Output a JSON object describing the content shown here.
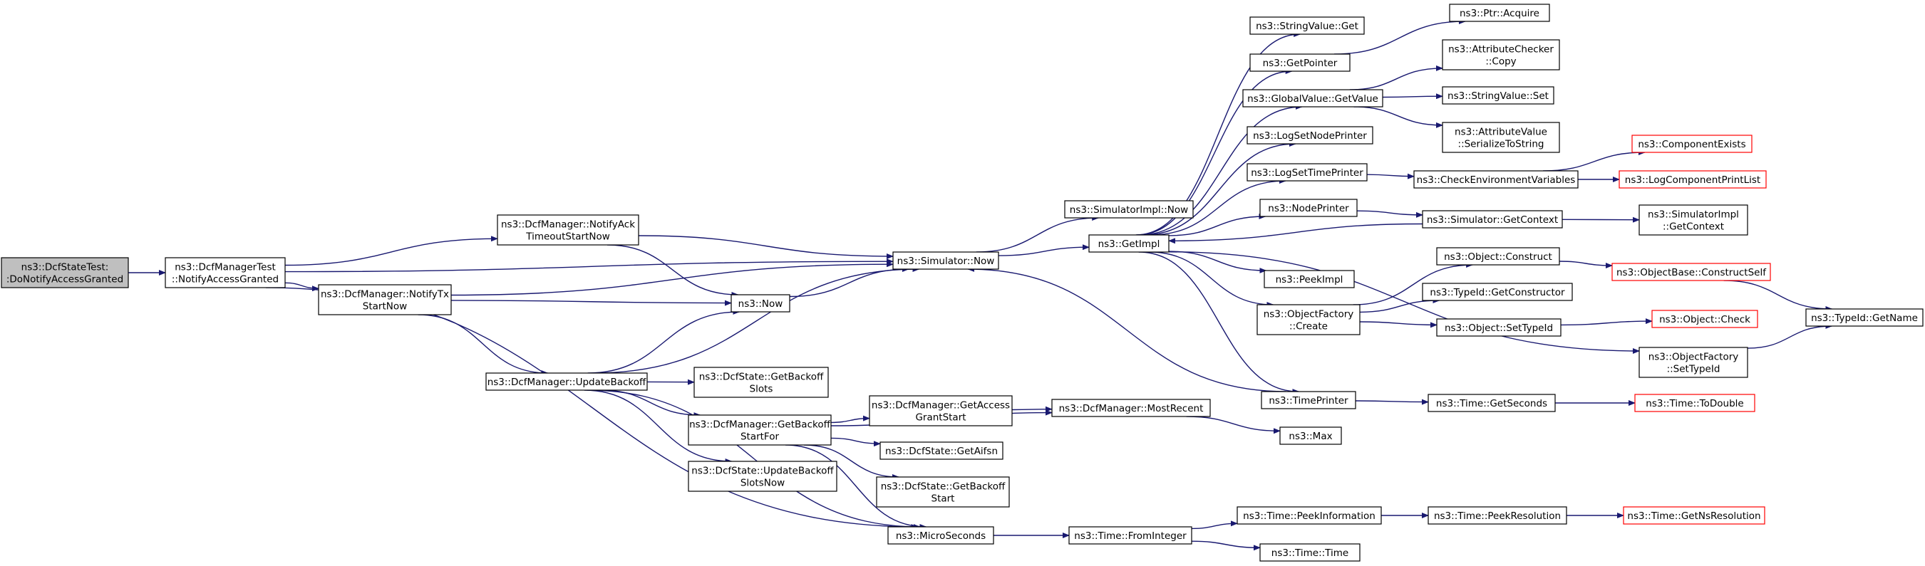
{
  "colors": {
    "edge": "#191970",
    "root_fill": "#bfbfbf",
    "red_border": "#ff0000"
  },
  "nodes": [
    {
      "id": "root",
      "lines": [
        "ns3::DcfStateTest:",
        ":DoNotifyAccessGranted"
      ],
      "style": "root"
    },
    {
      "id": "mgrtest",
      "lines": [
        "ns3::DcfManagerTest",
        "::NotifyAccessGranted"
      ]
    },
    {
      "id": "notifyack",
      "lines": [
        "ns3::DcfManager::NotifyAck",
        "TimeoutStartNow"
      ]
    },
    {
      "id": "notifytx",
      "lines": [
        "ns3::DcfManager::NotifyTx",
        "StartNow"
      ]
    },
    {
      "id": "simnow",
      "lines": [
        "ns3::Simulator::Now"
      ]
    },
    {
      "id": "now",
      "lines": [
        "ns3::Now"
      ]
    },
    {
      "id": "update",
      "lines": [
        "ns3::DcfManager::UpdateBackoff"
      ]
    },
    {
      "id": "getbackslots",
      "lines": [
        "ns3::DcfState::GetBackoff",
        "Slots"
      ]
    },
    {
      "id": "getbackfor",
      "lines": [
        "ns3::DcfManager::GetBackoff",
        "StartFor"
      ]
    },
    {
      "id": "updslots",
      "lines": [
        "ns3::DcfState::UpdateBackoff",
        "SlotsNow"
      ]
    },
    {
      "id": "getaccess",
      "lines": [
        "ns3::DcfManager::GetAccess",
        "GrantStart"
      ]
    },
    {
      "id": "getaifsn",
      "lines": [
        "ns3::DcfState::GetAifsn"
      ]
    },
    {
      "id": "getbackstart",
      "lines": [
        "ns3::DcfState::GetBackoff",
        "Start"
      ]
    },
    {
      "id": "micro",
      "lines": [
        "ns3::MicroSeconds"
      ]
    },
    {
      "id": "mostrecent",
      "lines": [
        "ns3::DcfManager::MostRecent"
      ]
    },
    {
      "id": "max",
      "lines": [
        "ns3::Max"
      ]
    },
    {
      "id": "frominteger",
      "lines": [
        "ns3::Time::FromInteger"
      ]
    },
    {
      "id": "peekinfo",
      "lines": [
        "ns3::Time::PeekInformation"
      ]
    },
    {
      "id": "timetime",
      "lines": [
        "ns3::Time::Time"
      ]
    },
    {
      "id": "peekres",
      "lines": [
        "ns3::Time::PeekResolution"
      ]
    },
    {
      "id": "getnsres",
      "lines": [
        "ns3::Time::GetNsResolution"
      ],
      "style": "red"
    },
    {
      "id": "simimplnow",
      "lines": [
        "ns3::SimulatorImpl::Now"
      ]
    },
    {
      "id": "getimpl",
      "lines": [
        "ns3::GetImpl"
      ]
    },
    {
      "id": "strget",
      "lines": [
        "ns3::StringValue::Get"
      ]
    },
    {
      "id": "getpointer",
      "lines": [
        "ns3::GetPointer"
      ]
    },
    {
      "id": "ptracquire",
      "lines": [
        "ns3::Ptr::Acquire"
      ]
    },
    {
      "id": "globalget",
      "lines": [
        "ns3::GlobalValue::GetValue"
      ]
    },
    {
      "id": "attrcheck",
      "lines": [
        "ns3::AttributeChecker",
        "::Copy"
      ]
    },
    {
      "id": "strset",
      "lines": [
        "ns3::StringValue::Set"
      ]
    },
    {
      "id": "attrval",
      "lines": [
        "ns3::AttributeValue",
        "::SerializeToString"
      ]
    },
    {
      "id": "lognode",
      "lines": [
        "ns3::LogSetNodePrinter"
      ]
    },
    {
      "id": "logtime",
      "lines": [
        "ns3::LogSetTimePrinter"
      ]
    },
    {
      "id": "checkenv",
      "lines": [
        "ns3::CheckEnvironmentVariables"
      ]
    },
    {
      "id": "compexists",
      "lines": [
        "ns3::ComponentExists"
      ],
      "style": "red"
    },
    {
      "id": "logcomplist",
      "lines": [
        "ns3::LogComponentPrintList"
      ],
      "style": "red"
    },
    {
      "id": "nodeprinter",
      "lines": [
        "ns3::NodePrinter"
      ]
    },
    {
      "id": "simgetctx",
      "lines": [
        "ns3::Simulator::GetContext"
      ]
    },
    {
      "id": "simimplctx",
      "lines": [
        "ns3::SimulatorImpl",
        "::GetContext"
      ]
    },
    {
      "id": "peekimpl",
      "lines": [
        "ns3::PeekImpl"
      ]
    },
    {
      "id": "objconstruct",
      "lines": [
        "ns3::Object::Construct"
      ]
    },
    {
      "id": "objbase",
      "lines": [
        "ns3::ObjectBase::ConstructSelf"
      ],
      "style": "red"
    },
    {
      "id": "typeidctor",
      "lines": [
        "ns3::TypeId::GetConstructor"
      ]
    },
    {
      "id": "objfactcreate",
      "lines": [
        "ns3::ObjectFactory",
        "::Create"
      ]
    },
    {
      "id": "objsettype",
      "lines": [
        "ns3::Object::SetTypeId"
      ]
    },
    {
      "id": "objcheck",
      "lines": [
        "ns3::Object::Check"
      ],
      "style": "red"
    },
    {
      "id": "typeidname",
      "lines": [
        "ns3::TypeId::GetName"
      ]
    },
    {
      "id": "objfactsettype",
      "lines": [
        "ns3::ObjectFactory",
        "::SetTypeId"
      ]
    },
    {
      "id": "timeprinter",
      "lines": [
        "ns3::TimePrinter"
      ]
    },
    {
      "id": "getseconds",
      "lines": [
        "ns3::Time::GetSeconds"
      ]
    },
    {
      "id": "todouble",
      "lines": [
        "ns3::Time::ToDouble"
      ],
      "style": "red"
    }
  ],
  "edges": [
    [
      "root",
      "mgrtest"
    ],
    [
      "mgrtest",
      "simnow"
    ],
    [
      "mgrtest",
      "notifyack"
    ],
    [
      "mgrtest",
      "notifytx"
    ],
    [
      "mgrtest",
      "micro"
    ],
    [
      "notifyack",
      "simnow"
    ],
    [
      "notifyack",
      "now"
    ],
    [
      "notifytx",
      "simnow"
    ],
    [
      "notifytx",
      "now"
    ],
    [
      "notifytx",
      "update"
    ],
    [
      "update",
      "now"
    ],
    [
      "update",
      "simnow"
    ],
    [
      "update",
      "getbackslots"
    ],
    [
      "update",
      "getbackfor"
    ],
    [
      "update",
      "updslots"
    ],
    [
      "update",
      "micro"
    ],
    [
      "now",
      "simnow"
    ],
    [
      "getbackfor",
      "getaccess"
    ],
    [
      "getbackfor",
      "getaifsn"
    ],
    [
      "getbackfor",
      "getbackstart"
    ],
    [
      "getbackfor",
      "mostrecent"
    ],
    [
      "getbackfor",
      "micro"
    ],
    [
      "getaccess",
      "mostrecent"
    ],
    [
      "mostrecent",
      "max"
    ],
    [
      "micro",
      "frominteger"
    ],
    [
      "frominteger",
      "peekinfo"
    ],
    [
      "frominteger",
      "timetime"
    ],
    [
      "peekinfo",
      "peekres"
    ],
    [
      "peekres",
      "getnsres"
    ],
    [
      "simnow",
      "simimplnow"
    ],
    [
      "simnow",
      "getimpl"
    ],
    [
      "getimpl",
      "strget"
    ],
    [
      "getimpl",
      "getpointer"
    ],
    [
      "getimpl",
      "globalget"
    ],
    [
      "getimpl",
      "lognode"
    ],
    [
      "getimpl",
      "logtime"
    ],
    [
      "getimpl",
      "nodeprinter"
    ],
    [
      "getimpl",
      "peekimpl"
    ],
    [
      "getimpl",
      "objfactcreate"
    ],
    [
      "getimpl",
      "timeprinter"
    ],
    [
      "getimpl",
      "objfactsettype"
    ],
    [
      "getpointer",
      "ptracquire"
    ],
    [
      "globalget",
      "attrcheck"
    ],
    [
      "globalget",
      "strset"
    ],
    [
      "globalget",
      "attrval"
    ],
    [
      "logtime",
      "checkenv"
    ],
    [
      "checkenv",
      "compexists"
    ],
    [
      "checkenv",
      "logcomplist"
    ],
    [
      "nodeprinter",
      "simgetctx"
    ],
    [
      "simgetctx",
      "getimpl"
    ],
    [
      "simgetctx",
      "simimplctx"
    ],
    [
      "objfactcreate",
      "objconstruct"
    ],
    [
      "objfactcreate",
      "typeidctor"
    ],
    [
      "objfactcreate",
      "objsettype"
    ],
    [
      "objconstruct",
      "objbase"
    ],
    [
      "objbase",
      "typeidname"
    ],
    [
      "objsettype",
      "objcheck"
    ],
    [
      "objfactsettype",
      "typeidname"
    ],
    [
      "timeprinter",
      "simnow"
    ],
    [
      "timeprinter",
      "getseconds"
    ],
    [
      "getseconds",
      "todouble"
    ]
  ]
}
